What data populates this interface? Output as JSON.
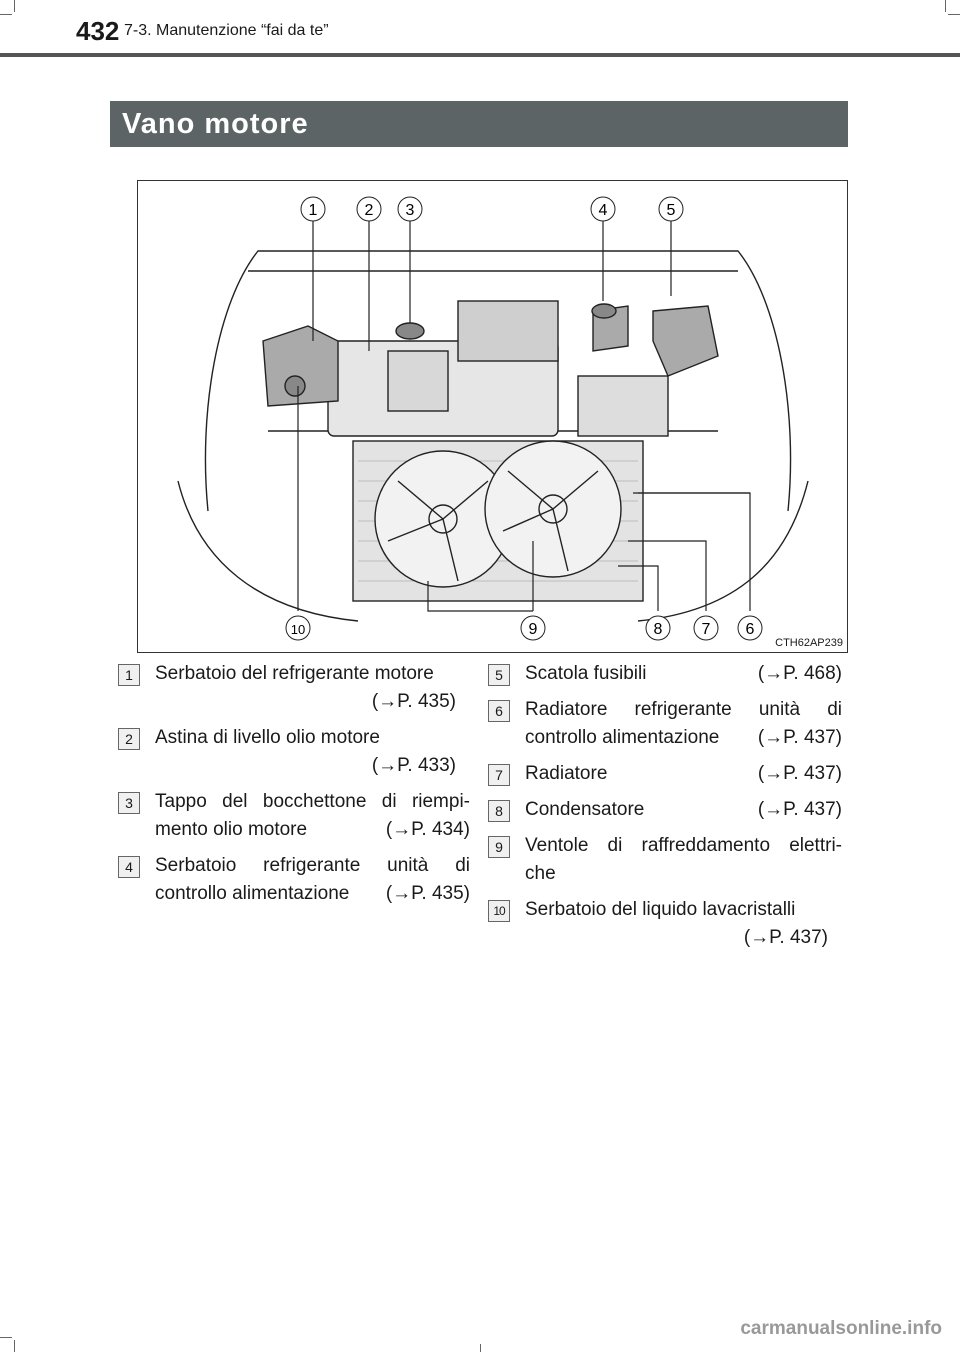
{
  "header": {
    "page_number": "432",
    "section": "7-3. Manutenzione “fai da te”"
  },
  "title": "Vano motore",
  "figure": {
    "code": "CTH62AP239",
    "callouts": [
      "1",
      "2",
      "3",
      "4",
      "5",
      "6",
      "7",
      "8",
      "9",
      "10"
    ]
  },
  "legend": {
    "items": [
      {
        "num": "1",
        "lines": [
          "Serbatoio del refrigerante motore"
        ],
        "ref": "(→P. 435)"
      },
      {
        "num": "2",
        "lines": [
          "Astina di livello olio motore"
        ],
        "ref": "(→P. 433)"
      },
      {
        "num": "3",
        "lines": [
          "Tappo del bocchettone di riempi-",
          "mento olio motore"
        ],
        "ref": "(→P. 434)"
      },
      {
        "num": "4",
        "lines": [
          "Serbatoio refrigerante unità di",
          "controllo alimentazione"
        ],
        "ref": "(→P. 435)"
      },
      {
        "num": "5",
        "lines": [
          " Scatola fusibili"
        ],
        "ref": "(→P. 468)"
      },
      {
        "num": "6",
        "lines": [
          "Radiatore refrigerante unità di",
          "controllo alimentazione"
        ],
        "ref": "(→P. 437)"
      },
      {
        "num": "7",
        "lines": [
          "Radiatore"
        ],
        "ref": "(→P. 437)"
      },
      {
        "num": "8",
        "lines": [
          "Condensatore"
        ],
        "ref": "(→P. 437)"
      },
      {
        "num": "9",
        "lines": [
          "Ventole di raffreddamento elettri-",
          "che"
        ],
        "ref": ""
      },
      {
        "num": "10",
        "lines": [
          "Serbatoio del liquido lavacristalli"
        ],
        "ref": "(→P. 437)"
      }
    ]
  },
  "footer": "carmanualsonline.info"
}
